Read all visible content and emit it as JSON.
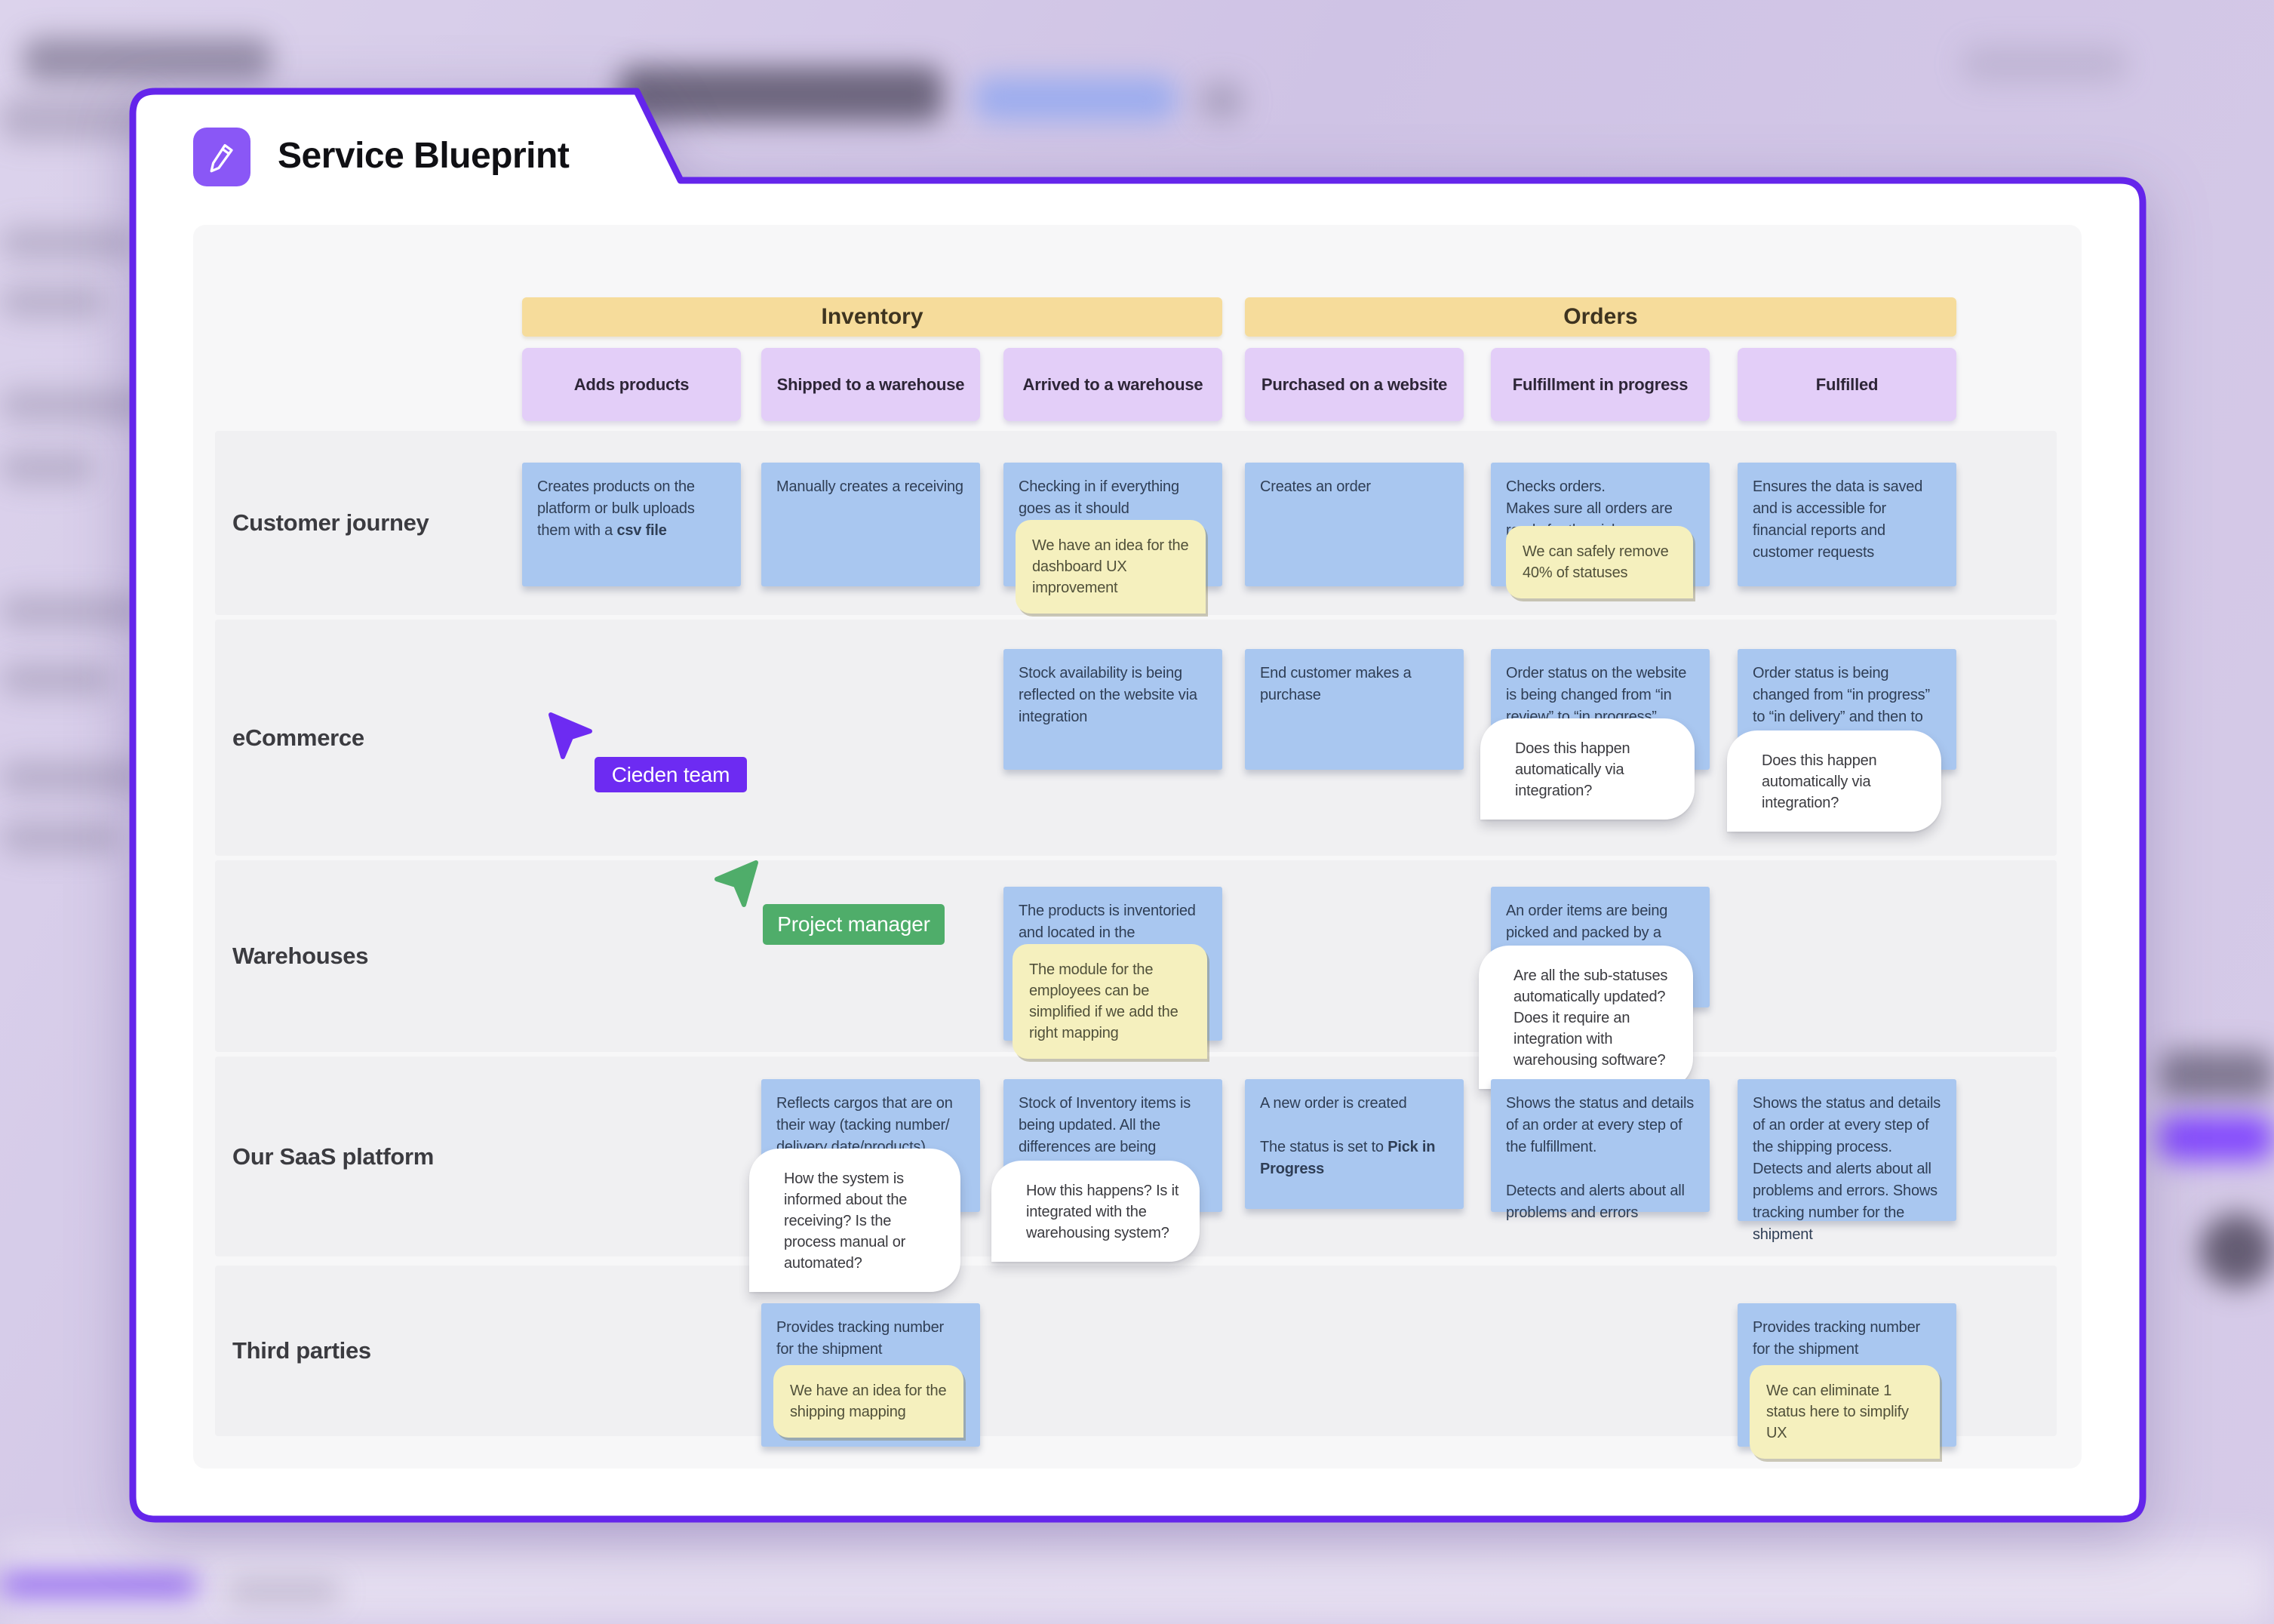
{
  "title": {
    "text": "Service Blueprint"
  },
  "colors": {
    "accent": "#6425EB",
    "icon_bg": "#8A57F6",
    "sticky_blue": "#A9C7F0",
    "group_band_yellow": "#F6DC9B",
    "phase_purple": "#E3CEF8",
    "bubble_yellow": "#F5F0BE",
    "bubble_white": "#FFFFFF",
    "cursor_purple": "#6D2BF2",
    "cursor_green": "#4FAD6A"
  },
  "board": {
    "groups": [
      {
        "label": "Inventory",
        "col_start": 0,
        "col_end": 2
      },
      {
        "label": "Orders",
        "col_start": 3,
        "col_end": 5
      }
    ],
    "phases": [
      "Adds products",
      "Shipped to a warehouse",
      "Arrived to a warehouse",
      "Purchased on a website",
      "Fulfillment in progress",
      "Fulfilled"
    ],
    "rows": [
      {
        "label": "Customer journey"
      },
      {
        "label": "eCommerce"
      },
      {
        "label": "Warehouses"
      },
      {
        "label": "Our SaaS platform"
      },
      {
        "label": "Third parties"
      }
    ],
    "cards": [
      {
        "row": 0,
        "col": 0,
        "segments": [
          {
            "text": "Creates products on the platform or bulk uploads them with a "
          },
          {
            "text": "csv file",
            "bold": true
          }
        ]
      },
      {
        "row": 0,
        "col": 1,
        "segments": [
          {
            "text": "Manually creates a receiving"
          }
        ]
      },
      {
        "row": 0,
        "col": 2,
        "segments": [
          {
            "text": "Checking in if everything goes as it should"
          }
        ],
        "bubble": {
          "style": "yellow",
          "text": "We have an idea for the dashboard UX improvement"
        }
      },
      {
        "row": 0,
        "col": 3,
        "segments": [
          {
            "text": "Creates an order"
          }
        ]
      },
      {
        "row": 0,
        "col": 4,
        "segments": [
          {
            "text": "Checks orders.\nMakes sure all orders are ready for the pick up"
          }
        ],
        "bubble": {
          "style": "yellow",
          "text": "We can safely remove 40% of statuses"
        }
      },
      {
        "row": 0,
        "col": 5,
        "segments": [
          {
            "text": "Ensures the data is saved and is accessible for financial reports and customer requests"
          }
        ]
      },
      {
        "row": 1,
        "col": 2,
        "segments": [
          {
            "text": "Stock availability is being reflected on the website via integration"
          }
        ]
      },
      {
        "row": 1,
        "col": 3,
        "segments": [
          {
            "text": "End customer makes a purchase"
          }
        ]
      },
      {
        "row": 1,
        "col": 4,
        "segments": [
          {
            "text": "Order status on the website is being changed from “in review” to “in progress”"
          }
        ],
        "bubble": {
          "style": "white",
          "text": "Does this happen automatically via integration?"
        }
      },
      {
        "row": 1,
        "col": 5,
        "segments": [
          {
            "text": "Order status is being changed from “in progress” to “in delivery” and then to “delivered/ completed”."
          }
        ],
        "bubble": {
          "style": "white",
          "text": "Does this happen automatically via integration?"
        }
      },
      {
        "row": 2,
        "col": 2,
        "segments": [
          {
            "text": "The products is inventoried and located in the appropriate place"
          }
        ],
        "bubble": {
          "style": "yellow",
          "text": "The module for the employees can be simplified if we add the right mapping"
        }
      },
      {
        "row": 2,
        "col": 4,
        "segments": [
          {
            "text": "An  order items are being picked and packed by a robot."
          }
        ],
        "bubble": {
          "style": "white",
          "text": "Are all the sub-statuses automatically updated? Does it require an integration with warehousing software?"
        }
      },
      {
        "row": 3,
        "col": 1,
        "segments": [
          {
            "text": "Reflects cargos that are on their way (tacking number/ delivery date/products)"
          }
        ],
        "bubble": {
          "style": "white",
          "text": "How the system is informed about the receiving? Is the process manual or automated?"
        }
      },
      {
        "row": 3,
        "col": 2,
        "segments": [
          {
            "text": "Stock of Inventory items is being updated. All the differences are being reflected"
          }
        ],
        "bubble": {
          "style": "white",
          "text": "How this happens? Is it integrated with the warehousing system?"
        }
      },
      {
        "row": 3,
        "col": 3,
        "segments": [
          {
            "text": "A new order is created\n\nThe status is set to "
          },
          {
            "text": "Pick in Progress",
            "bold": true
          }
        ]
      },
      {
        "row": 3,
        "col": 4,
        "segments": [
          {
            "text": "Shows the status and details of an order at every step of the fulfillment.\n\nDetects and alerts about all problems and errors"
          }
        ]
      },
      {
        "row": 3,
        "col": 5,
        "segments": [
          {
            "text": "Shows the status and details of an order at every step of the shipping process. Detects and alerts about all problems and errors. Shows tracking number for the shipment"
          }
        ]
      },
      {
        "row": 4,
        "col": 1,
        "segments": [
          {
            "text": "Provides tracking number for the shipment"
          }
        ],
        "bubble": {
          "style": "yellow",
          "text": "We have an idea for the shipping mapping"
        }
      },
      {
        "row": 4,
        "col": 5,
        "segments": [
          {
            "text": "Provides tracking number for the shipment"
          }
        ],
        "bubble": {
          "style": "yellow",
          "text": "We can eliminate 1 status here to simplify UX"
        }
      }
    ]
  },
  "cursors": [
    {
      "label": "Cieden team",
      "color": "#6D2BF2",
      "direction": "up-left"
    },
    {
      "label": "Project manager",
      "color": "#4FAD6A",
      "direction": "up-right"
    }
  ]
}
